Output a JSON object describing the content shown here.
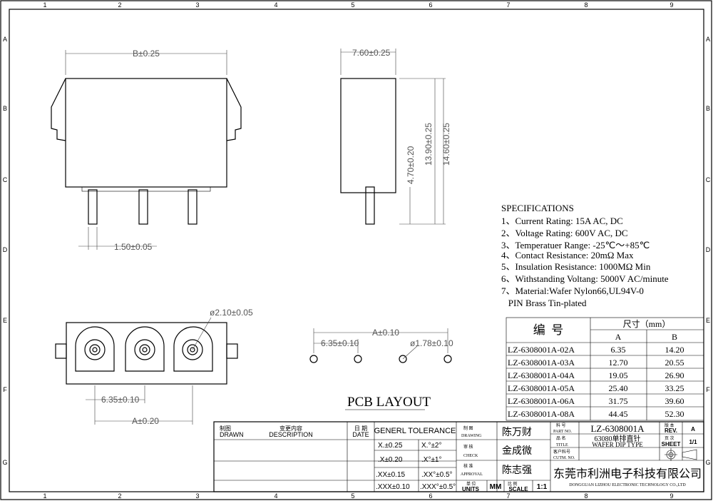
{
  "border": {
    "columns": [
      "1",
      "2",
      "3",
      "4",
      "5",
      "6",
      "7",
      "8",
      "9"
    ],
    "rows": [
      "A",
      "B",
      "C",
      "D",
      "E",
      "F",
      "G"
    ]
  },
  "views": {
    "front": {
      "width_dim": "B±0.25",
      "pin_dim": "1.50±0.05"
    },
    "side": {
      "width_dim": "7.60±0.25",
      "h1": "13.90±0.25",
      "h2": "14.60±0.25",
      "pin_len": "4.70±0.20"
    },
    "bottom": {
      "hole_dim": "ø2.10±0.05",
      "pitch": "6.35±0.10",
      "a_dim": "A±0.20"
    },
    "pcb": {
      "a_dim": "A±0.10",
      "pitch": "6.35±0.10",
      "hole_dim": "ø1.78±0.10",
      "title": "PCB LAYOUT"
    }
  },
  "specifications": {
    "title": "SPECIFICATIONS",
    "items": [
      "1、Current Rating: 15A AC, DC",
      "2、Voltage Rating: 600V AC, DC",
      "3、Temperatuer Range: -25℃～+85℃",
      "4、Contact Resistance: 20mΩ Max",
      "5、Insulation Resistance: 1000MΩ Min",
      "6、Withstanding Voltang: 5000V AC/minute",
      "7、Material:Wafer Nylon66,UL94V-0",
      "   PIN Brass Tin-plated"
    ]
  },
  "dim_table": {
    "col_no": "编  号",
    "col_size": "尺寸（mm）",
    "col_a": "A",
    "col_b": "B",
    "rows": [
      [
        "LZ-6308001A-02A",
        "6.35",
        "14.20"
      ],
      [
        "LZ-6308001A-03A",
        "12.70",
        "20.55"
      ],
      [
        "LZ-6308001A-04A",
        "19.05",
        "26.90"
      ],
      [
        "LZ-6308001A-05A",
        "25.40",
        "33.25"
      ],
      [
        "LZ-6308001A-06A",
        "31.75",
        "39.60"
      ],
      [
        "LZ-6308001A-08A",
        "44.45",
        "52.30"
      ]
    ]
  },
  "title_block": {
    "drawn_cn": "制图",
    "drawn": "DRAWN",
    "desc_cn": "变更内容",
    "desc": "DESCRIPTION",
    "date_cn": "日 期",
    "date": "DATE",
    "tol_title": "GENERL  TOLERANCE",
    "tol": [
      [
        "X.±0.25",
        "X.°±2°"
      ],
      [
        ".X±0.20",
        ".X°±1°"
      ],
      [
        ".XX±0.15",
        ".XX°±0.5°"
      ],
      [
        ".XXX±0.10",
        ".XXX°±0.5°"
      ]
    ],
    "drawing_cn": "制  图",
    "drawing": "DRAWING",
    "drawing_name": "陈万财",
    "check_cn": "审  核",
    "check": "CHECK",
    "check_name": "金成微",
    "approval_cn": "核  准",
    "approval": "APPROVAL",
    "approval_name": "陈志强",
    "units_cn": "单 位",
    "units": "UNITS",
    "units_val": "MM",
    "scale_cn": "比 例",
    "scale": "SCALE",
    "scale_val": "1:1",
    "partno_cn": "料 号",
    "partno": "PART NO.",
    "partno_val": "LZ-6308001A",
    "title_cn": "品 名",
    "title": "TITLE",
    "title_val1": "63080单排直针",
    "title_val2": "WAFER DIP TYPE",
    "cust_cn": "客户料号",
    "cust": "CUTM. NO.",
    "rev_cn": "版 本",
    "rev": "REV.",
    "rev_val": "A",
    "sheet_cn": "页 次",
    "sheet": "SHEET",
    "sheet_val": "1/1",
    "company_cn": "东莞市利洲电子科技有限公司",
    "company_en": "DONGGUAN LIZHOU ELECTRONIC TECHNOLOGY CO.,LTD"
  }
}
